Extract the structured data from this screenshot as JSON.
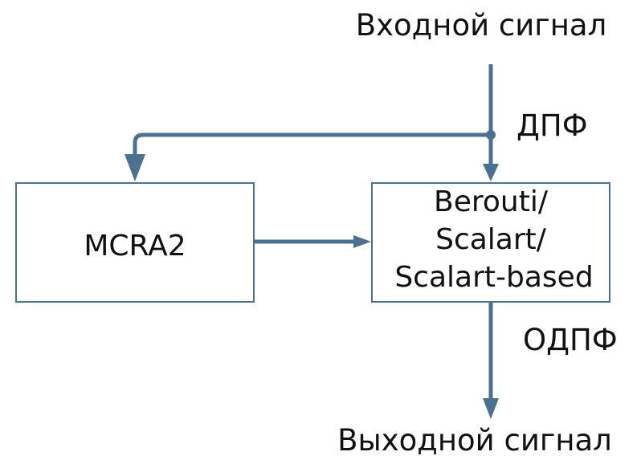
{
  "labels": {
    "input_signal": "Входной сигнал",
    "dft": "ДПФ",
    "idft": "ОДПФ",
    "output_signal": "Выходной сигнал"
  },
  "blocks": {
    "mcra": {
      "label": "MCRA2"
    },
    "estimator": {
      "lines": [
        "Berouti/",
        "Scalart/",
        "Scalart-based"
      ]
    }
  },
  "colors": {
    "connector": "#4a7190",
    "box_border": "#4a7190",
    "text": "#111111",
    "background": "#ffffff"
  }
}
